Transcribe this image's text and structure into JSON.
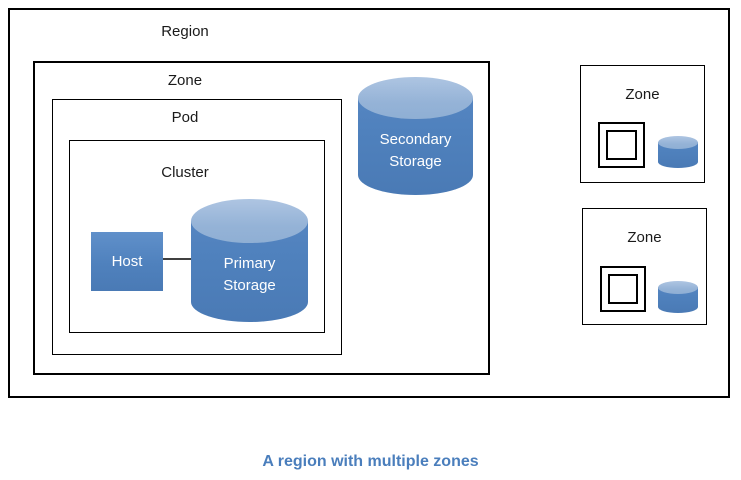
{
  "diagram": {
    "region": {
      "label": "Region"
    },
    "main_zone": {
      "label": "Zone",
      "pod": {
        "label": "Pod"
      },
      "cluster": {
        "label": "Cluster"
      },
      "host": {
        "label": "Host"
      },
      "primary_storage": {
        "line1": "Primary",
        "line2": "Storage"
      },
      "secondary_storage": {
        "line1": "Secondary",
        "line2": "Storage"
      }
    },
    "other_zones": [
      {
        "label": "Zone"
      },
      {
        "label": "Zone"
      }
    ],
    "caption": "A region with multiple zones",
    "colors": {
      "border": "#000000",
      "cylinder_body": "#4f81bd",
      "cylinder_top": "#95b3d7",
      "host_fill": "#4f81bd",
      "host_text": "#ffffff",
      "connector": "#404040",
      "label_text": "#1a1a1a",
      "caption_text": "#4a7ebc"
    }
  }
}
